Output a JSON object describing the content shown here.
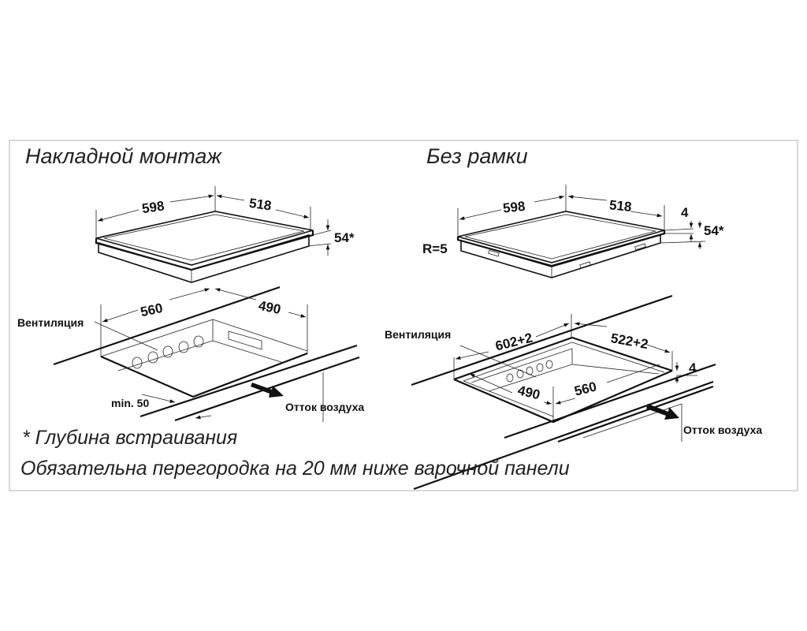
{
  "left": {
    "title": "Накладной монтаж",
    "hob_width": "598",
    "hob_depth": "518",
    "hob_height": "54*",
    "cutout_width": "560",
    "cutout_depth": "490",
    "ventilation_label": "Вентиляция",
    "min_gap": "min. 50",
    "airflow_label": "Отток воздуха"
  },
  "right": {
    "title": "Без рамки",
    "hob_width": "598",
    "hob_depth": "518",
    "glass_thickness": "4",
    "hob_height": "54*",
    "radius": "R=5",
    "ventilation_label": "Вентиляция",
    "outer_cutout_width": "602+2",
    "outer_cutout_depth": "522+2",
    "inner_cutout_depth": "490",
    "inner_cutout_width": "560",
    "rebate_depth": "4",
    "airflow_label": "Отток воздуха"
  },
  "notes": {
    "depth_note": "* Глубина встраивания",
    "partition_note": "Обязательна перегородка на 20 мм ниже варочной панели"
  }
}
